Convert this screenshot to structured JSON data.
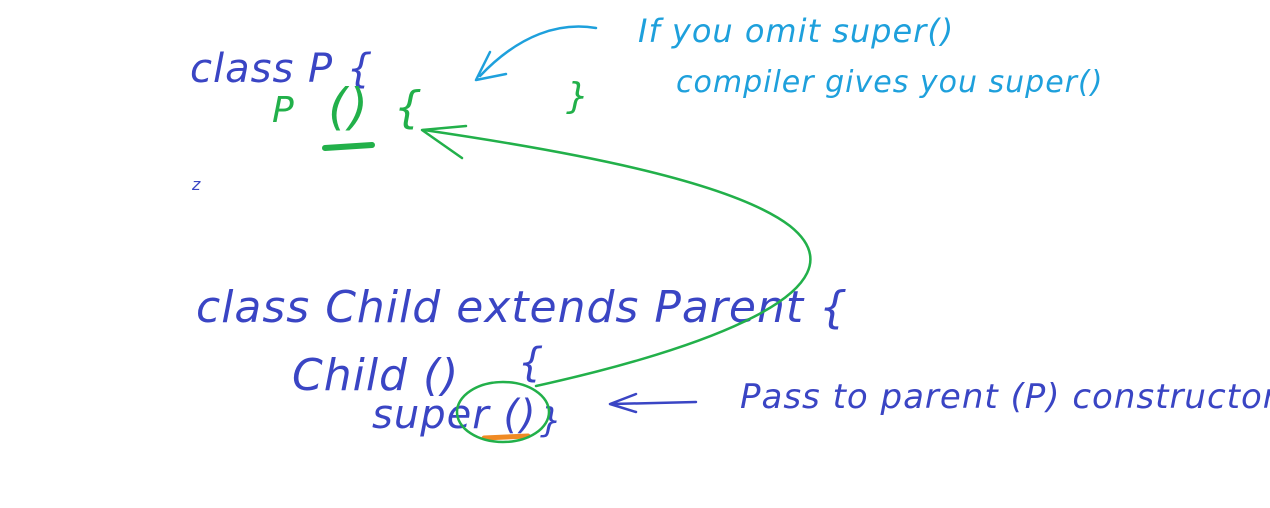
{
  "parent_block": {
    "class_line": "class P {",
    "constructor_name": "P",
    "constructor_parens": "()",
    "open_brace": "{",
    "close_brace": "}",
    "stray_mark": "z"
  },
  "child_block": {
    "class_line": "class Child extends Parent {",
    "constructor_line": "Child ()",
    "constructor_brace": "{",
    "super_call": "super ()",
    "close_brace": "}"
  },
  "notes": {
    "omit_line1": "If you omit super()",
    "omit_line2": "compiler gives you super()",
    "pass_note": "Pass to parent (P) constructor"
  },
  "colors": {
    "blue_ink": "#3a45c4",
    "cyan_ink": "#1ea0dc",
    "green_ink": "#22b04a",
    "orange_ink": "#f08a24"
  }
}
